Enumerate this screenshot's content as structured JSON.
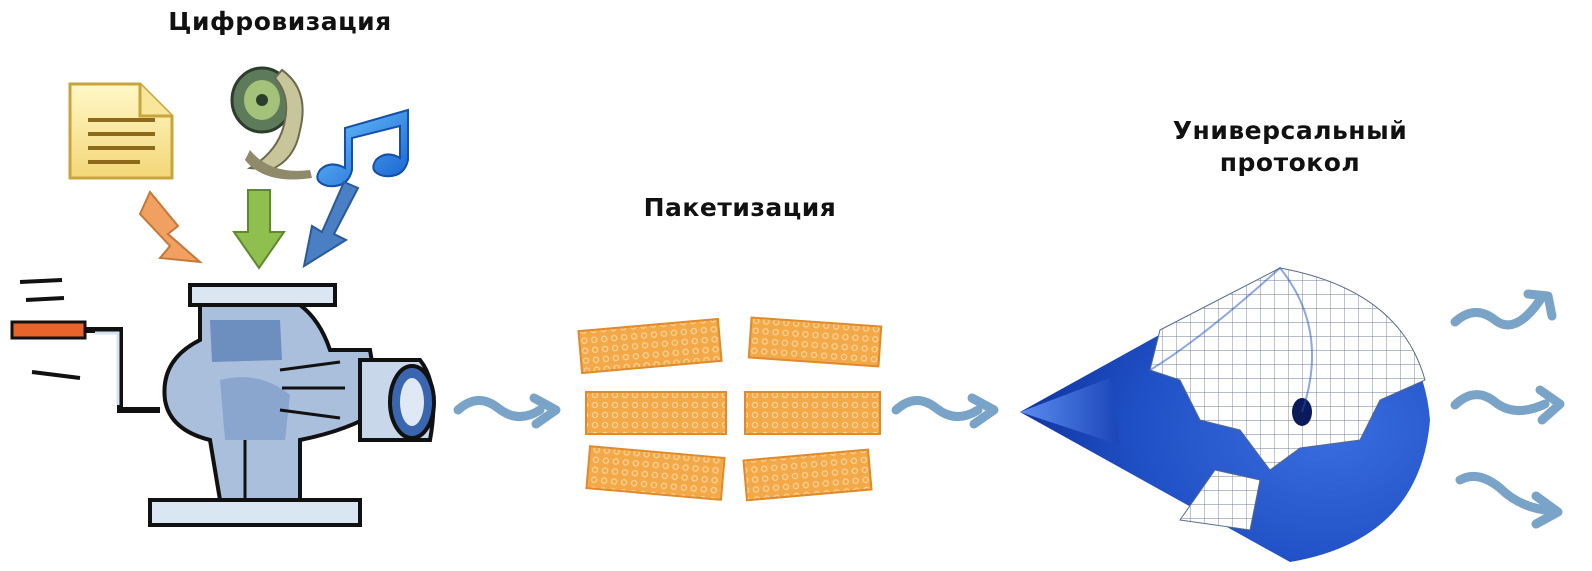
{
  "labels": {
    "digitization": "Цифровизация",
    "packetization": "Пакетизация",
    "protocol_line1": "Универсальный",
    "protocol_line2": "протокол"
  },
  "colors": {
    "arrow_orange": "#f0a060",
    "arrow_green": "#8fbf4f",
    "arrow_blue": "#4a7fc4",
    "squiggle": "#7aa3c8",
    "packet": "#f4a948",
    "grinder": "#a9bfdc",
    "cone": "#1f4fc4"
  },
  "icons": [
    "document-icon",
    "film-reel-icon",
    "music-note-icon",
    "meat-grinder-icon",
    "cone-icon"
  ]
}
